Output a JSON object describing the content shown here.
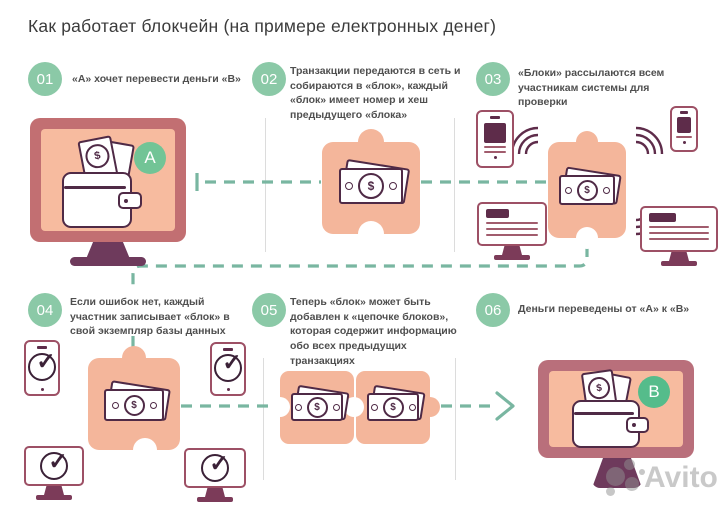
{
  "title": "Как работает  блокчейн  (на примере електронных денег)",
  "steps": [
    {
      "num": "01",
      "text": "«А» хочет перевести деньги «В»"
    },
    {
      "num": "02",
      "text": "Транзакции передаются в сеть и собираются в «блок», каждый «блок» имеет номер и хеш предыдущего «блока»"
    },
    {
      "num": "03",
      "text": "«Блоки» рассылаются всем участникам системы для проверки"
    },
    {
      "num": "04",
      "text": "Если ошибок нет, каждый участник записывает «блок» в свой экземпляр базы данных"
    },
    {
      "num": "05",
      "text": "Теперь «блок» может быть добавлен к «цепочке блоков», которая содержит информацию обо всех предыдущих транзакциях"
    },
    {
      "num": "06",
      "text": "Деньги переведены от «А» к «В»"
    }
  ],
  "nodes": {
    "sender_label": "A",
    "receiver_label": "B"
  },
  "icons": {
    "dollar": "$",
    "check": "✓",
    "wifi": "wifi-arcs",
    "money": "dollar-bill",
    "wallet": "wallet",
    "puzzle": "block-puzzle-piece",
    "arrow": "flow-arrow"
  },
  "watermark": {
    "text": "Avito"
  },
  "colors": {
    "step_circle_green": "#8bc9a7",
    "node_green_a": "#72c496",
    "node_green_b": "#55bc8b",
    "salmon_block": "#f4b69b",
    "monitor_frame_a": "#c26f72",
    "monitor_frame_b": "#b96f7b",
    "stand_purple": "#6e3a5c",
    "outline_dark": "#4f2a46",
    "device_maroon": "#9d5065",
    "dashed_teal": "#79b6a1",
    "text": "#4f4f4f"
  }
}
